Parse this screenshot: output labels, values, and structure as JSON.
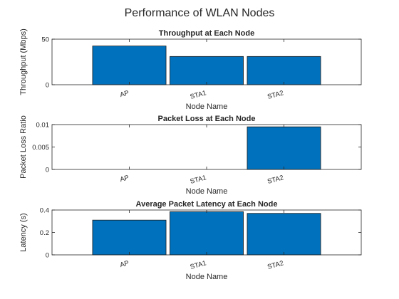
{
  "figure_title": "Performance of WLAN Nodes",
  "colors": {
    "bar": "#0072BD",
    "axes": "#262626",
    "background": "#ffffff"
  },
  "chart_data": [
    {
      "type": "bar",
      "title": "Throughput at Each Node",
      "xlabel": "Node Name",
      "ylabel": "Throughput (Mbps)",
      "categories": [
        "AP",
        "STA1",
        "STA2"
      ],
      "values": [
        42.5,
        31,
        31
      ],
      "ylim": [
        0,
        50
      ],
      "yticks": [
        0,
        50
      ],
      "ytick_labels": [
        "0",
        "50"
      ],
      "grid": false
    },
    {
      "type": "bar",
      "title": "Packet Loss at Each Node",
      "xlabel": "Node Name",
      "ylabel": "Packet Loss Ratio",
      "categories": [
        "AP",
        "STA1",
        "STA2"
      ],
      "values": [
        0,
        0,
        0.0095
      ],
      "ylim": [
        0,
        0.01
      ],
      "yticks": [
        0,
        0.005,
        0.01
      ],
      "ytick_labels": [
        "0",
        "0.005",
        "0.01"
      ],
      "grid": false
    },
    {
      "type": "bar",
      "title": "Average Packet Latency at Each Node",
      "xlabel": "Node Name",
      "ylabel": "Latency (s)",
      "categories": [
        "AP",
        "STA1",
        "STA2"
      ],
      "values": [
        0.31,
        0.385,
        0.37
      ],
      "ylim": [
        0,
        0.4
      ],
      "yticks": [
        0,
        0.2,
        0.4
      ],
      "ytick_labels": [
        "0",
        "0.2",
        "0.4"
      ],
      "grid": false
    }
  ]
}
